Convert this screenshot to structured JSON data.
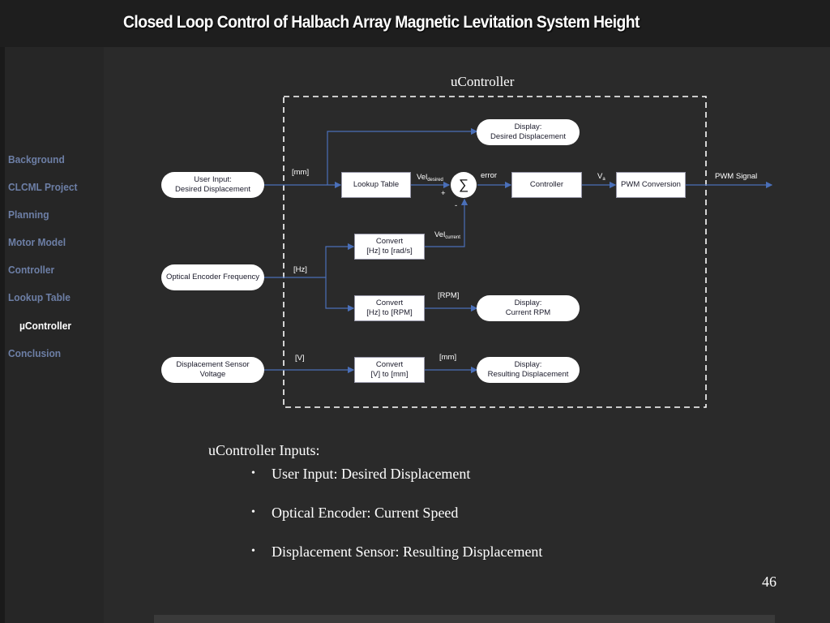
{
  "slide": {
    "title": "Closed Loop Control of Halbach Array Magnetic Levitation System Height",
    "page_number": "46"
  },
  "nav": {
    "items": [
      "Background",
      "CLCML Project",
      "Planning",
      "Motor Model",
      "Controller",
      "Lookup Table",
      "µController",
      "Conclusion"
    ],
    "active_index": 6
  },
  "diagram": {
    "boundary_label": "uController",
    "nodes": {
      "user_input": [
        "User Input:",
        "Desired Displacement"
      ],
      "optical_encoder": [
        "Optical Encoder Frequency"
      ],
      "displacement_sensor": [
        "Displacement Sensor",
        "Voltage"
      ],
      "display_desired": [
        "Display:",
        "Desired Displacement"
      ],
      "lookup_table": [
        "Lookup Table"
      ],
      "summation": "∑",
      "controller": [
        "Controller"
      ],
      "pwm_conversion": [
        "PWM Conversion"
      ],
      "convert_hz_rads": [
        "Convert",
        "[Hz] to [rad/s]"
      ],
      "convert_hz_rpm": [
        "Convert",
        "[Hz] to [RPM]"
      ],
      "display_rpm": [
        "Display:",
        "Current RPM"
      ],
      "convert_v_mm": [
        "Convert",
        "[V] to [mm]"
      ],
      "display_result": [
        "Display:",
        "Resulting Displacement"
      ]
    },
    "labels": {
      "mm_in": "[mm]",
      "hz_in": "[Hz]",
      "v_in": "[V]",
      "vel_desired_main": "Vel",
      "vel_desired_sub": "desired",
      "vel_current_main": "Vel",
      "vel_current_sub": "current",
      "plus": "+",
      "minus": "-",
      "error": "error",
      "va_main": "V",
      "va_sub": "a",
      "pwm_signal": "PWM Signal",
      "rpm": "[RPM]",
      "mm_out": "[mm]"
    },
    "colors": {
      "wire": "#4a6fb8",
      "boundary": "#ffffff",
      "node_fill": "#ffffff"
    }
  },
  "body": {
    "heading": "uController Inputs:",
    "bullets": [
      "User Input:  Desired Displacement",
      "Optical Encoder:  Current Speed",
      "Displacement Sensor:  Resulting Displacement"
    ]
  }
}
